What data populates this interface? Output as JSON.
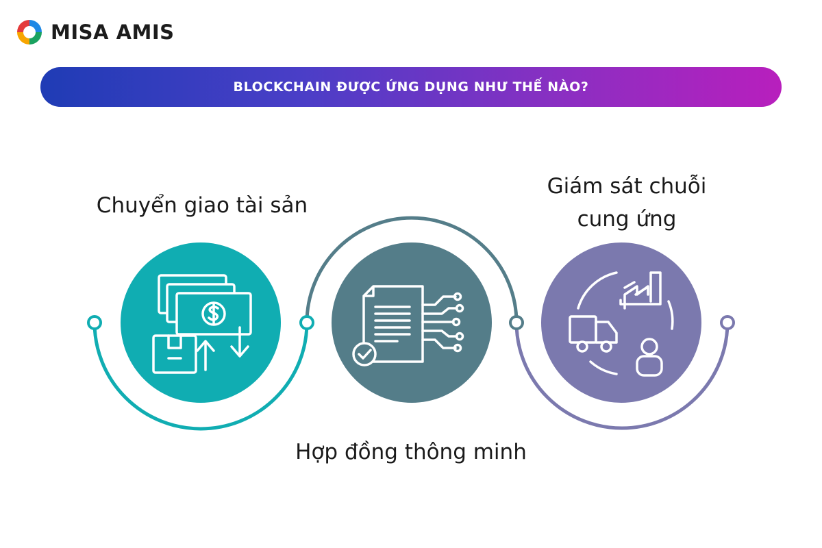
{
  "brand": {
    "name": "MISA AMIS",
    "logo_colors": [
      "#e43a3a",
      "#f7a500",
      "#1aa260",
      "#1e88e5"
    ]
  },
  "banner": {
    "title": "BLOCKCHAIN ĐƯỢC ỨNG DỤNG NHƯ THẾ NÀO?",
    "gradient_start": "#1f3cb5",
    "gradient_end": "#b81fbd"
  },
  "steps": [
    {
      "label": "Chuyển giao tài sản",
      "icon": "money-transfer-icon",
      "color": "#10adb2"
    },
    {
      "label": "Hợp đồng thông minh",
      "icon": "smart-contract-icon",
      "color": "#547d89"
    },
    {
      "label_line1": "Giám sát chuỗi",
      "label_line2": "cung ứng",
      "icon": "supply-chain-icon",
      "color": "#7b79ae"
    }
  ]
}
